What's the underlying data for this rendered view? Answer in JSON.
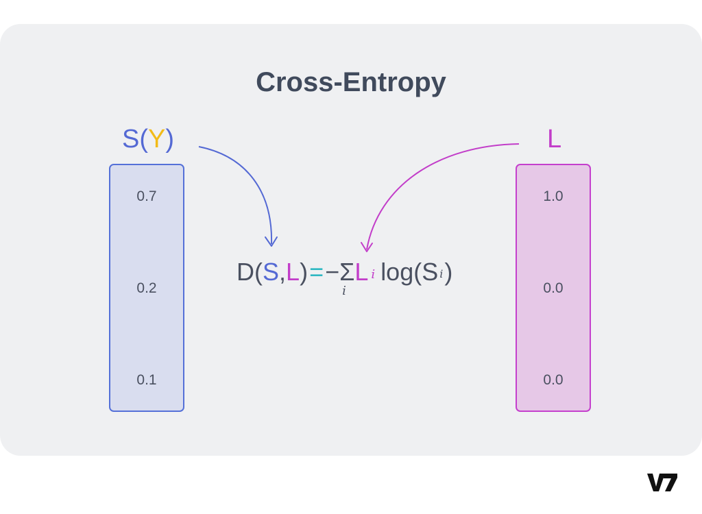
{
  "title": "Cross-Entropy",
  "left_label": {
    "prefix": "S(",
    "var": "Y",
    "suffix": ")"
  },
  "right_label": "L",
  "left_values": [
    "0.7",
    "0.2",
    "0.1"
  ],
  "right_values": [
    "1.0",
    "0.0",
    "0.0"
  ],
  "formula": {
    "d_open": "D(",
    "s": "S",
    "comma": ",",
    "l": "L",
    "close": ")",
    "equals": "=",
    "minus": "−",
    "sigma": "Σ",
    "sigma_sub": "i",
    "l2": "L",
    "l2_sub": "i",
    "log_open": "log(S",
    "s_sub": "i",
    "log_close": ")"
  },
  "logo": "V7",
  "colors": {
    "blue": "#5469d4",
    "yellow": "#f2bb18",
    "pink": "#c23dc9",
    "teal": "#2fb8c2",
    "text": "#4a5060"
  }
}
